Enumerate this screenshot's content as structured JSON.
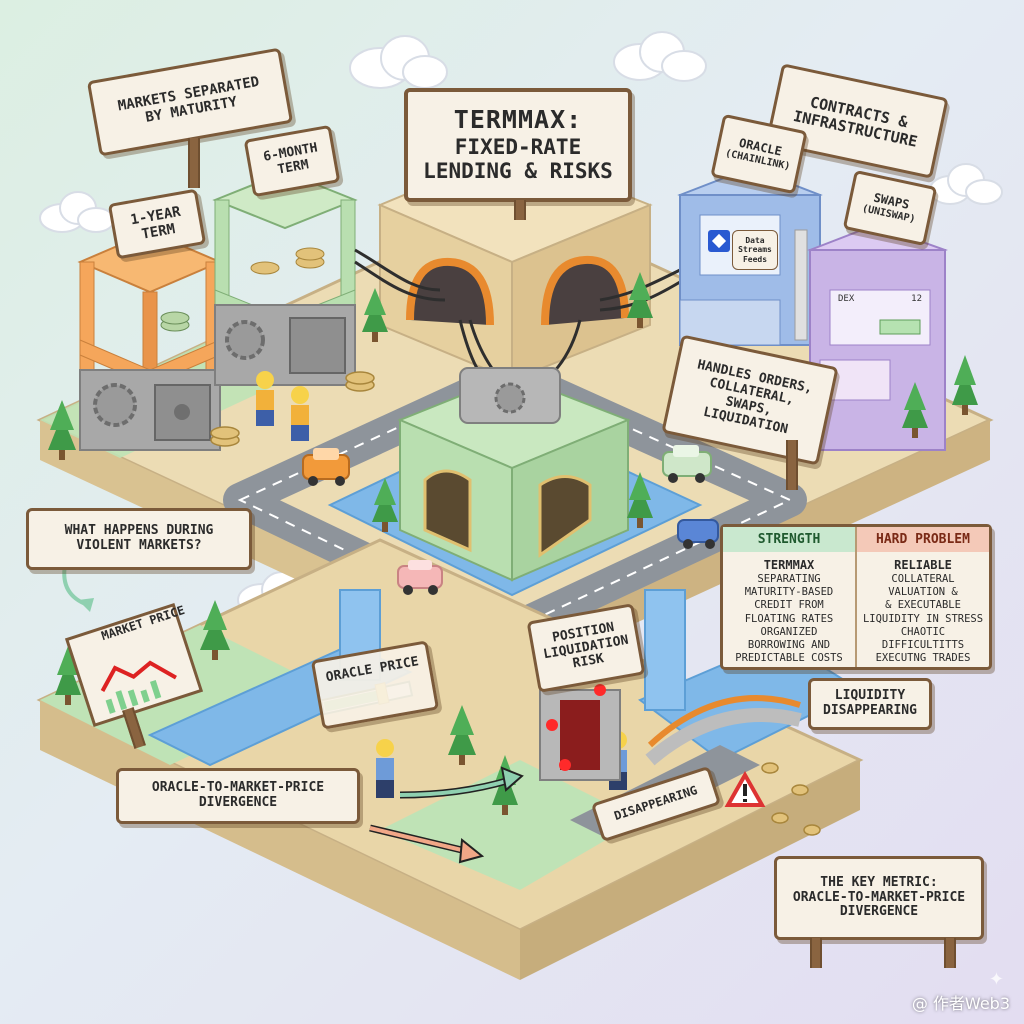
{
  "title": {
    "line1": "TERMMAX:",
    "line2": "FIXED-RATE",
    "line3": "LENDING & RISKS"
  },
  "signs": {
    "markets_separated": {
      "line1": "MARKETS SEPARATED",
      "line2": "BY MATURITY"
    },
    "one_year": {
      "line1": "1-YEAR",
      "line2": "TERM"
    },
    "six_month": {
      "line1": "6-MONTH",
      "line2": "TERM"
    },
    "contracts": {
      "line1": "CONTRACTS &",
      "line2": "INFRASTRUCTURE"
    },
    "oracle": {
      "line1": "ORACLE",
      "line2": "(CHAINLINK)"
    },
    "swaps": {
      "line1": "SWAPS",
      "line2": "(UNISWAP)"
    },
    "handles": {
      "line1": "HANDLES ORDERS,",
      "line2": "COLLATERAL, SWAPS,",
      "line3": "LIQUIDATION"
    },
    "violent_markets": {
      "line1": "WHAT HAPPENS DURING",
      "line2": "VIOLENT MARKETS?"
    },
    "market_price": {
      "line1": "MARKET PRICE"
    },
    "oracle_price": {
      "line1": "ORACLE PRICE"
    },
    "position_liquidation": {
      "line1": "POSITION",
      "line2": "LIQUIDATION",
      "line3": "RISK"
    },
    "liquidity_disappearing": {
      "line1": "LIQUIDITY",
      "line2": "DISAPPEARING"
    },
    "disappearing_small": {
      "line1": "DISAPPEARING"
    },
    "divergence": {
      "line1": "ORACLE-TO-MARKET-PRICE",
      "line2": "DIVERGENCE"
    },
    "key_metric": {
      "line1": "THE KEY METRIC:",
      "line2": "ORACLE-TO-MARKET-PRICE",
      "line3": "DIVERGENCE"
    }
  },
  "screens": {
    "oracle_screen": {
      "line1": "Data",
      "line2": "Streams",
      "line3": "Feeds"
    },
    "dex_screen": {
      "header": "DEX",
      "number": "12"
    }
  },
  "table": {
    "strength": {
      "header": "STRENGTH",
      "lead": "TERMMAX",
      "lines": [
        "SEPARATING",
        "MATURITY-BASED",
        "CREDIT FROM",
        "FLOATING RATES",
        "ORGANIZED",
        "BORROWING AND",
        "PREDICTABLE COSTS"
      ]
    },
    "hard_problem": {
      "header": "HARD PROBLEM",
      "lead": "RELIABLE",
      "lines": [
        "COLLATERAL",
        "VALUATION &",
        "& EXECUTABLE",
        "LIQUIDITY IN STRESS",
        "CHAOTIC",
        "DIFFICULTITTS",
        "EXECUTNG TRADES"
      ]
    }
  },
  "colors": {
    "orange_block": "#f5a65b",
    "green_block": "#b9dfb0",
    "tan_block": "#ecd7ad",
    "blue_block": "#9fbce8",
    "purple_block": "#c9b4e6",
    "water": "#7fb8e8",
    "road": "#8e949b",
    "sign_board": "#f7f1e6"
  },
  "watermark": "@ 作者Web3"
}
